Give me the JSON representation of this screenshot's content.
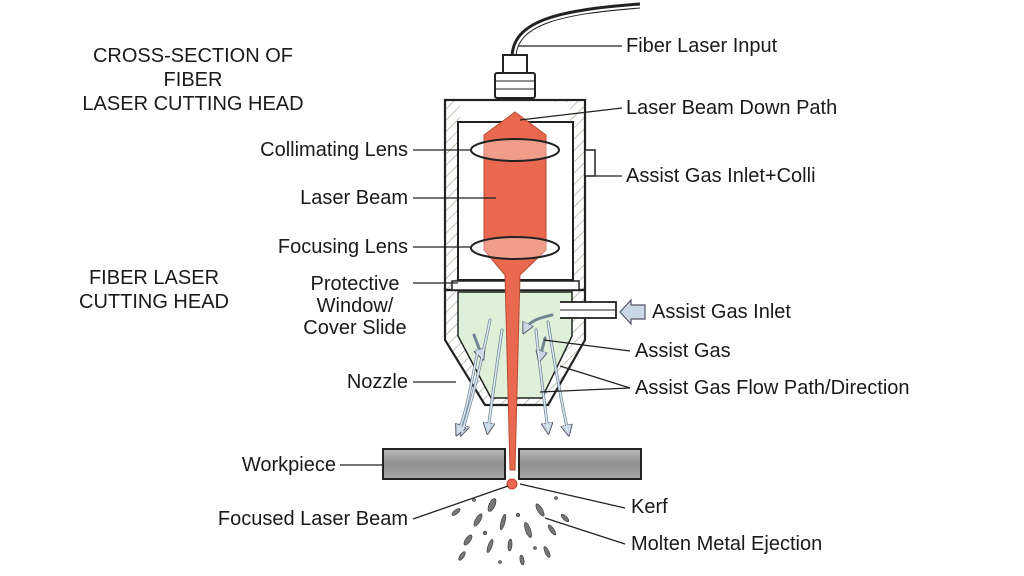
{
  "titles": {
    "main": "CROSS-SECTION OF FIBER\nLASER CUTTING HEAD",
    "side": "FIBER LASER\nCUTTING HEAD"
  },
  "labels": {
    "fiber_laser_input": "Fiber Laser Input",
    "laser_beam_down_path": "Laser Beam Down Path",
    "assist_gas_inlet_cooling": "Assist Gas Inlet+Collin",
    "collimating_lens": "Collimating Lens",
    "laser_beam": "Laser Beam",
    "focusing_lens": "Focusing Lens",
    "protective_window": "Protective\nWindow/\nCover Slide",
    "assist_gas_inlet": "Assist Gas Inlet",
    "assist_gas": "Assist Gas",
    "nozzle": "Nozzle",
    "assist_gas_flow": "Assist Gas Flow Path/Direction",
    "workpiece": "Workpiece",
    "kerf": "Kerf",
    "focused_laser_beam": "Focused Laser Beam",
    "molten_metal_ejection": "Molten Metal Ejection"
  },
  "colors": {
    "beam": "#e8694f",
    "gas_region": "#dff0d8",
    "housing_hatch": "#9bb08a",
    "workpiece": "#9a9a9a",
    "arrow": "#a9bfd0"
  }
}
